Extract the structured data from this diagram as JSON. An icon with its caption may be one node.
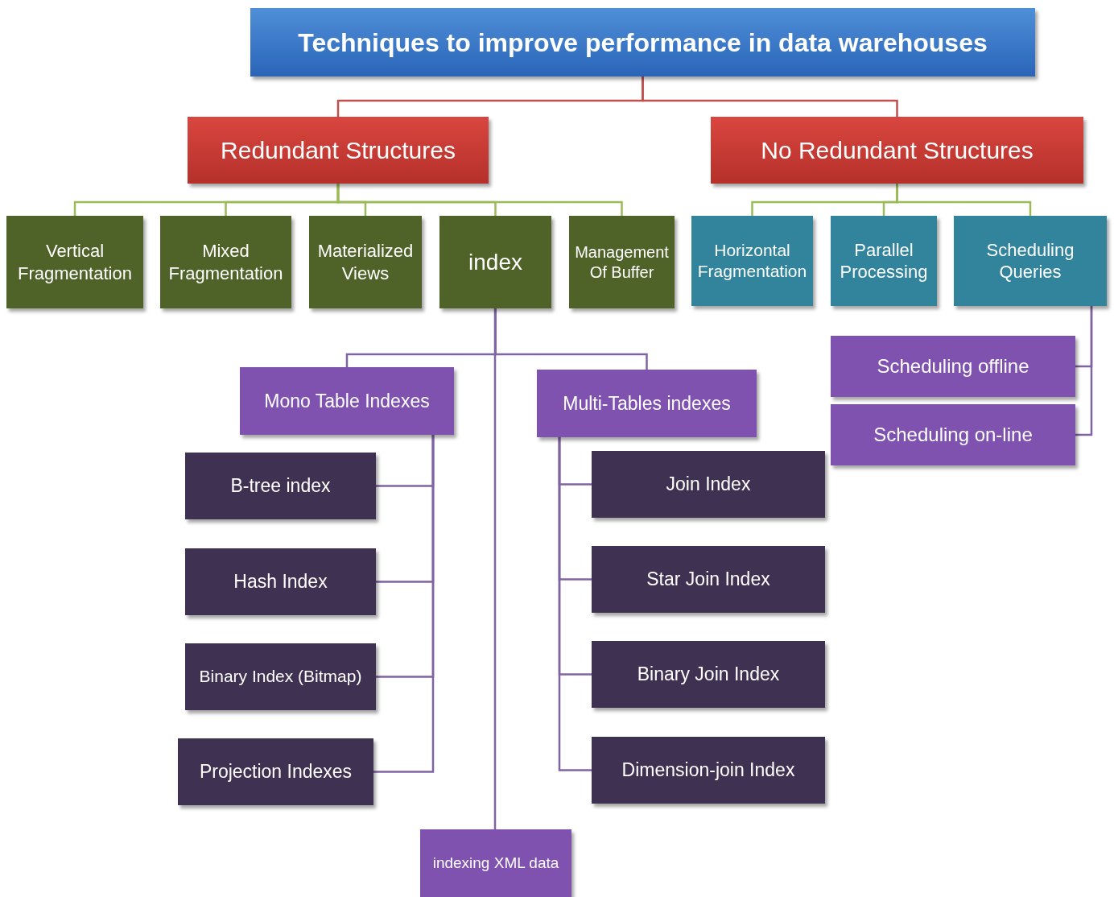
{
  "diagram": {
    "nodes": [
      {
        "text": [
          "Techniques to improve performance in data warehouses"
        ]
      },
      {
        "text": [
          "Redundant Structures"
        ]
      },
      {
        "text": [
          "No Redundant Structures"
        ]
      },
      {
        "text": [
          "Vertical Fragmentation"
        ]
      },
      {
        "text": [
          "Mixed Fragmentation"
        ]
      },
      {
        "text": [
          "Materialized Views"
        ]
      },
      {
        "text": [
          "index"
        ]
      },
      {
        "text": [
          "Management Of Buffer"
        ]
      },
      {
        "text": [
          "Horizontal Fragmentation"
        ]
      },
      {
        "text": [
          "Parallel Processing"
        ]
      },
      {
        "text": [
          "Scheduling Queries"
        ]
      },
      {
        "text": [
          "Scheduling offline"
        ]
      },
      {
        "text": [
          "Scheduling on-line"
        ]
      },
      {
        "text": [
          "Mono Table Indexes"
        ]
      },
      {
        "text": [
          "Multi-Tables indexes"
        ]
      },
      {
        "text": [
          "B-tree index"
        ]
      },
      {
        "text": [
          "Hash Index"
        ]
      },
      {
        "text": [
          "Binary Index (Bitmap)"
        ]
      },
      {
        "text": [
          "Projection Indexes"
        ]
      },
      {
        "text": [
          "Join Index"
        ]
      },
      {
        "text": [
          "Star Join Index"
        ]
      },
      {
        "text": [
          "Binary Join Index"
        ]
      },
      {
        "text": [
          "Dimension-join Index"
        ]
      },
      {
        "text": [
          "indexing XML data"
        ]
      }
    ],
    "edges": [
      {
        "from": 0,
        "to": 1,
        "arrow": "none",
        "color": "#c0504d"
      },
      {
        "from": 0,
        "to": 2,
        "arrow": "none",
        "color": "#c0504d"
      },
      {
        "from": 1,
        "to": 3,
        "arrow": "none",
        "color": "#9bbb59"
      },
      {
        "from": 1,
        "to": 4,
        "arrow": "none",
        "color": "#9bbb59"
      },
      {
        "from": 1,
        "to": 5,
        "arrow": "none",
        "color": "#9bbb59"
      },
      {
        "from": 1,
        "to": 6,
        "arrow": "none",
        "color": "#9bbb59"
      },
      {
        "from": 1,
        "to": 7,
        "arrow": "none",
        "color": "#9bbb59"
      },
      {
        "from": 2,
        "to": 8,
        "arrow": "none",
        "color": "#9bbb59"
      },
      {
        "from": 2,
        "to": 9,
        "arrow": "none",
        "color": "#9bbb59"
      },
      {
        "from": 2,
        "to": 10,
        "arrow": "none",
        "color": "#9bbb59"
      },
      {
        "from": 10,
        "to": 11,
        "arrow": "none"
      },
      {
        "from": 10,
        "to": 12,
        "arrow": "none"
      },
      {
        "from": 6,
        "to": 13,
        "arrow": "none"
      },
      {
        "from": 6,
        "to": 14,
        "arrow": "none"
      },
      {
        "from": 6,
        "to": 23,
        "arrow": "none"
      },
      {
        "from": 13,
        "to": 15,
        "arrow": "none"
      },
      {
        "from": 13,
        "to": 16,
        "arrow": "none"
      },
      {
        "from": 13,
        "to": 17,
        "arrow": "none"
      },
      {
        "from": 13,
        "to": 18,
        "arrow": "none"
      },
      {
        "from": 14,
        "to": 19,
        "arrow": "none"
      },
      {
        "from": 14,
        "to": 20,
        "arrow": "none"
      },
      {
        "from": 14,
        "to": 21,
        "arrow": "none"
      },
      {
        "from": 14,
        "to": 22,
        "arrow": "none"
      }
    ]
  }
}
